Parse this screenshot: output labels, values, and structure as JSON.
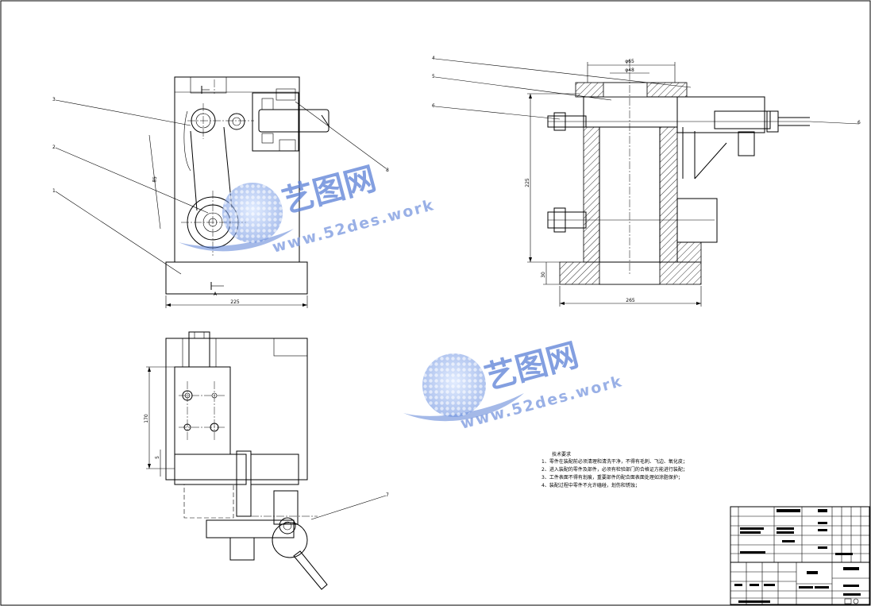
{
  "watermark": {
    "brand": "艺图网",
    "url": "www.52des.work",
    "color": "#5a7fd6"
  },
  "labels": {
    "front": [
      "3",
      "2",
      "1",
      "8"
    ],
    "section": [
      "4",
      "5",
      "6",
      "6"
    ],
    "top": [
      "7"
    ]
  },
  "dimensions": {
    "front_width": "225",
    "front_height_left": "85",
    "front_note": "A",
    "section_width": "265",
    "section_height": "225",
    "section_base": "30",
    "section_top": "φ48",
    "section_top2": "φ65",
    "top_height": "170",
    "top_small": "5"
  },
  "tech_requirements": {
    "title": "技术要求",
    "lines": [
      "1、零件在装配前必须清理和清洗干净，不得有毛刺、飞边、氧化皮；",
      "2、进入装配的零件及部件，必须有检验部门的合格证方能进行装配；",
      "3、工件表面不得有划痕，重要部件的配合面表面处理如涂脂保护；",
      "4、装配过程中零件不允许磕碰，划伤和锈蚀；"
    ]
  }
}
